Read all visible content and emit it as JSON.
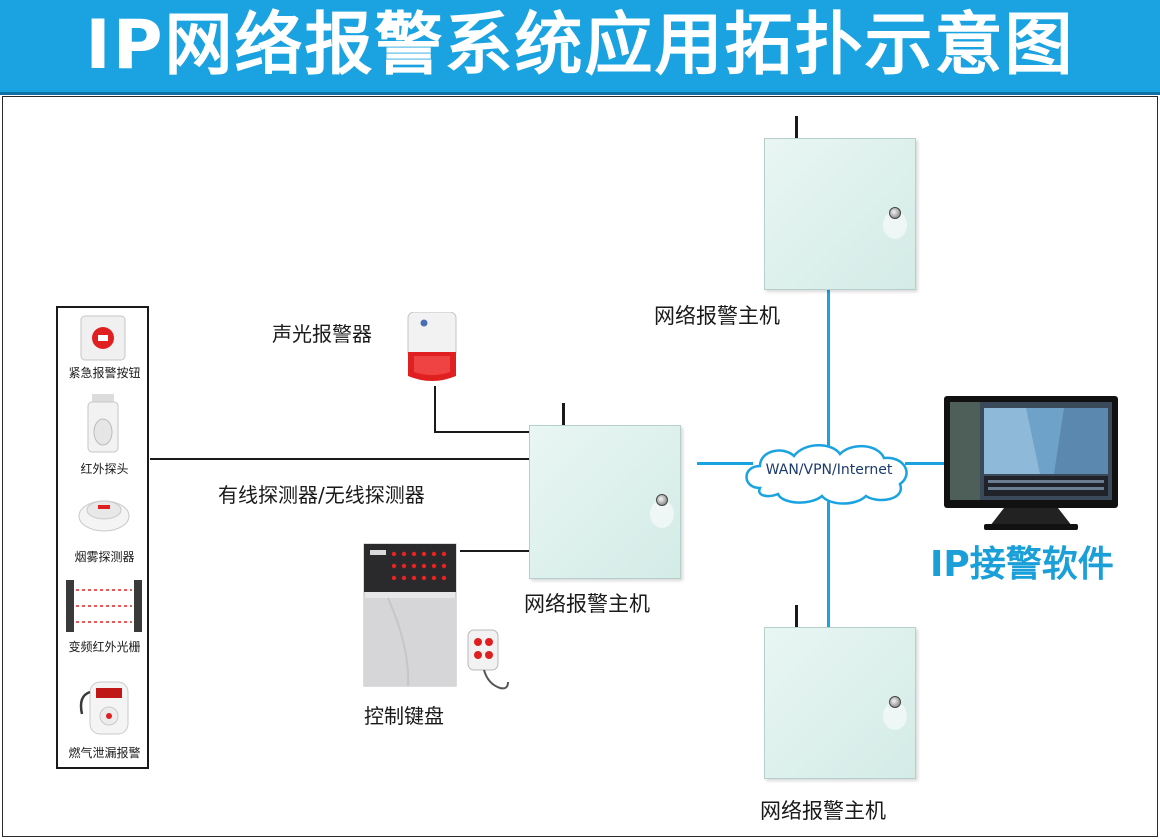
{
  "title": "IP网络报警系统应用拓扑示意图",
  "devices": {
    "host_top": "网络报警主机",
    "host_center": "网络报警主机",
    "host_bottom": "网络报警主机",
    "siren": "声光报警器",
    "keypad": "控制键盘",
    "detector_link": "有线探测器/无线探测器",
    "network": "WAN/VPN/Internet",
    "software": "IP接警软件"
  },
  "sensors": [
    {
      "label": "紧急报警按钮",
      "icon": "emergency-button-icon"
    },
    {
      "label": "红外探头",
      "icon": "pir-detector-icon"
    },
    {
      "label": "烟雾探测器",
      "icon": "smoke-detector-icon"
    },
    {
      "label": "变频红外光栅",
      "icon": "infrared-beam-icon"
    },
    {
      "label": "燃气泄漏报警",
      "icon": "gas-leak-alarm-icon"
    }
  ],
  "colors": {
    "header_bg": "#1aa3e0",
    "network_line": "#1aa3e0",
    "software_label": "#1a9fd8",
    "siren_red": "#e02020"
  }
}
